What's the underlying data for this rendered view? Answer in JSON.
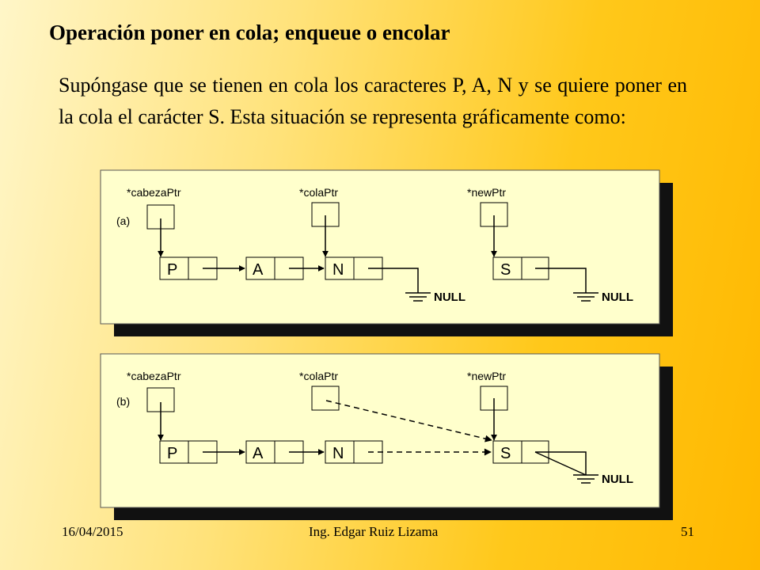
{
  "slide": {
    "title": "Operación poner en cola; enqueue o encolar",
    "paragraph": "Supóngase que se tienen en cola los caracteres P, A, N y se quiere poner en la cola el carácter S. Esta situación se representa gráficamente como:"
  },
  "diagram": {
    "panel_a": {
      "label": "(a)",
      "pointers": [
        "*cabezaPtr",
        "*colaPtr",
        "*newPtr"
      ],
      "nodes": [
        "P",
        "A",
        "N",
        "S"
      ],
      "null_labels": [
        "NULL",
        "NULL"
      ]
    },
    "panel_b": {
      "label": "(b)",
      "pointers": [
        "*cabezaPtr",
        "*colaPtr",
        "*newPtr"
      ],
      "nodes": [
        "P",
        "A",
        "N",
        "S"
      ],
      "null_labels": [
        "NULL"
      ]
    },
    "colors": {
      "panel_fill": "#ffffcc",
      "shadow": "#111111",
      "line": "#000000"
    }
  },
  "footer": {
    "date": "16/04/2015",
    "author": "Ing. Edgar Ruiz Lizama",
    "page": "51"
  }
}
